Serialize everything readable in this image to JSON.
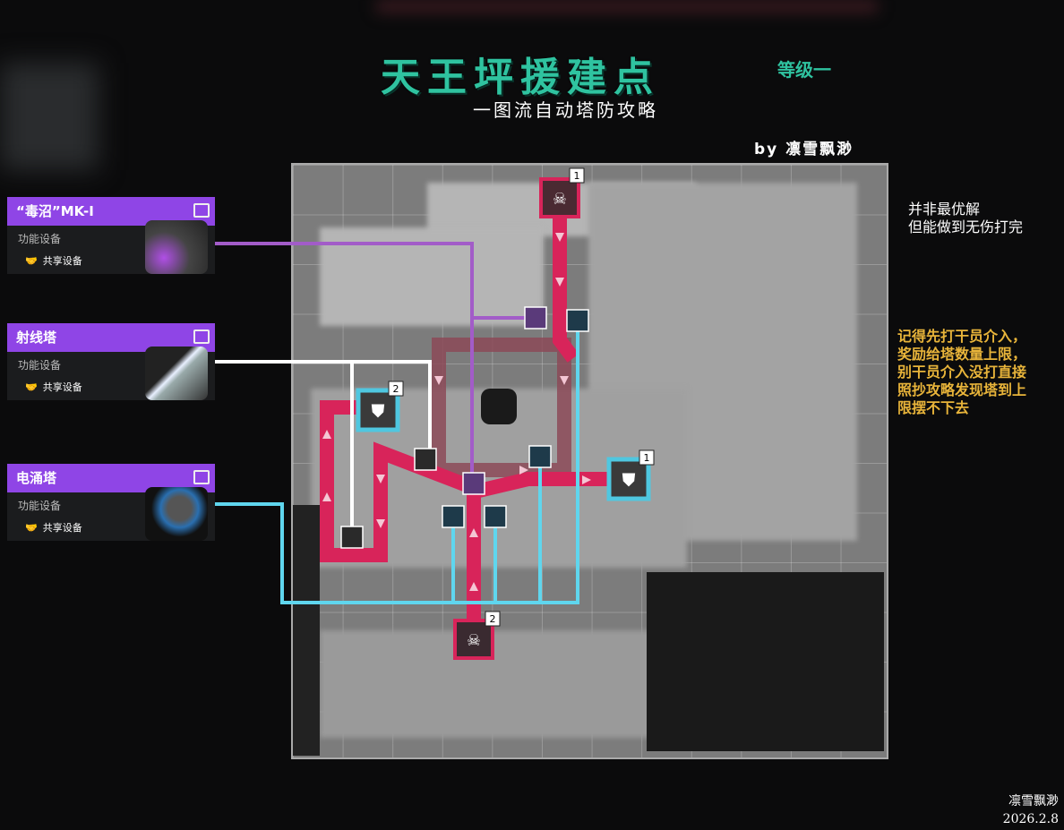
{
  "header": {
    "title": "天王坪援建点",
    "level": "等级一",
    "subtitle": "一图流自动塔防攻略",
    "byline": "by 凛雪飘渺"
  },
  "towers": [
    {
      "name": "“毒沼”MK-I",
      "category": "功能设备",
      "tag": "共享设备",
      "color": "#a25cc8"
    },
    {
      "name": "射线塔",
      "category": "功能设备",
      "tag": "共享设备",
      "color": "#ffffff"
    },
    {
      "name": "电涌塔",
      "category": "功能设备",
      "tag": "共享设备",
      "color": "#5fd6ee"
    }
  ],
  "map": {
    "spawns": [
      {
        "label": "1"
      },
      {
        "label": "2"
      }
    ],
    "bases": [
      {
        "label": "2"
      },
      {
        "label": "1"
      }
    ],
    "path_color": "#d8245a"
  },
  "notes": {
    "note1": [
      "并非最优解",
      "但能做到无伤打完"
    ],
    "note2": [
      "记得先打干员介入，",
      "奖励给塔数量上限，",
      "别干员介入没打直接",
      "照抄攻略发现塔到上",
      "限摆不下去"
    ]
  },
  "signature": {
    "author": "凛雪飘渺",
    "date": "2026.2.8"
  }
}
